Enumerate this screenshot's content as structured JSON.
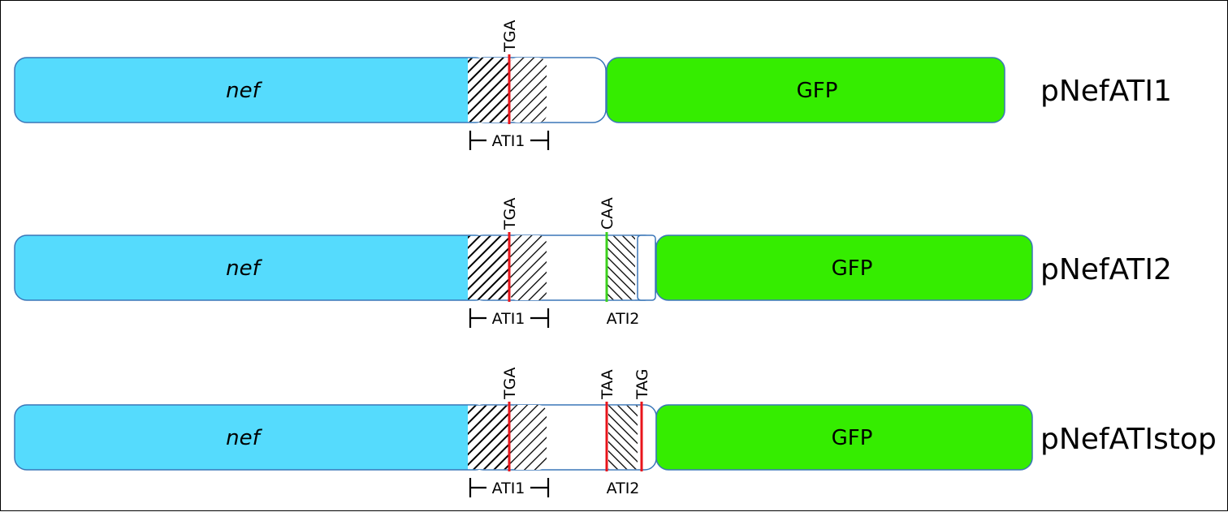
{
  "constructs": [
    {
      "name": "pNefATI1",
      "nef_label": "nef",
      "gfp_label": "GFP",
      "ati1_label": "ATI1",
      "codon1_label": "TGA",
      "codon1_color": "#e8141b"
    },
    {
      "name": "pNefATI2",
      "nef_label": "nef",
      "gfp_label": "GFP",
      "ati1_label": "ATI1",
      "ati2_label": "ATI2",
      "codon1_label": "TGA",
      "codon1_color": "#e8141b",
      "codon2_label": "CAA",
      "codon2_color": "#3dd11e"
    },
    {
      "name": "pNefATIstop",
      "nef_label": "nef",
      "gfp_label": "GFP",
      "ati1_label": "ATI1",
      "ati2_label": "ATI2",
      "codon1_label": "TGA",
      "codon1_color": "#e8141b",
      "codon2_label": "TAA",
      "codon2_color": "#e8141b",
      "codon3_label": "TAG",
      "codon3_color": "#e8141b"
    }
  ],
  "colors": {
    "nef_fill": "#55dbfd",
    "gfp_fill": "#35ed00",
    "outline": "#3a76b8"
  }
}
